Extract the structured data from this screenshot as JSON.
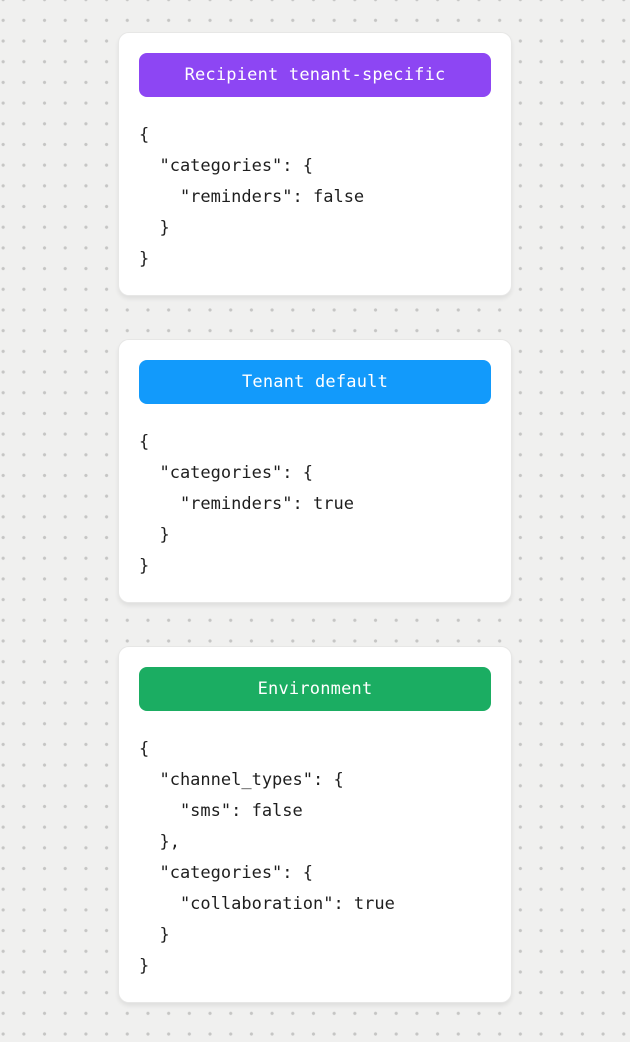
{
  "background": {
    "base_color": "#f0f0ef",
    "dot_color": "#c5c5c4"
  },
  "cards": [
    {
      "badge": {
        "label": "Recipient tenant-specific",
        "color": "#8d46f3"
      },
      "code_lines": [
        "{",
        "  \"categories\": {",
        "    \"reminders\": false",
        "  }",
        "}"
      ]
    },
    {
      "badge": {
        "label": "Tenant default",
        "color": "#129afb"
      },
      "code_lines": [
        "{",
        "  \"categories\": {",
        "    \"reminders\": true",
        "  }",
        "}"
      ]
    },
    {
      "badge": {
        "label": "Environment",
        "color": "#1bad62"
      },
      "code_lines": [
        "{",
        "  \"channel_types\": {",
        "    \"sms\": false",
        "  },",
        "  \"categories\": {",
        "    \"collaboration\": true",
        "  }",
        "}"
      ]
    }
  ]
}
